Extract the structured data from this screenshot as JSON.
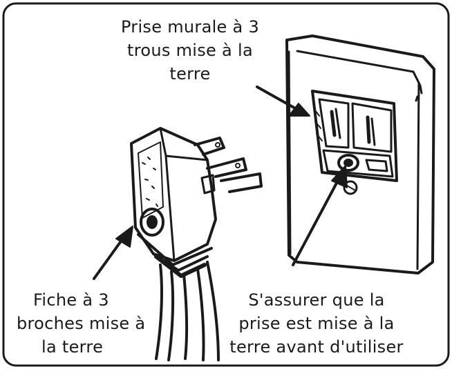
{
  "labels": {
    "outlet": [
      "Prise murale à 3",
      "trous mise à la",
      "terre"
    ],
    "plug": [
      "Fiche à 3",
      "broches mise à",
      "la terre"
    ],
    "check": [
      "S'assurer que la",
      "prise est mise à la",
      "terre avant d'utiliser"
    ]
  },
  "colors": {
    "ink": "#1a1a1a",
    "background": "#ffffff"
  }
}
